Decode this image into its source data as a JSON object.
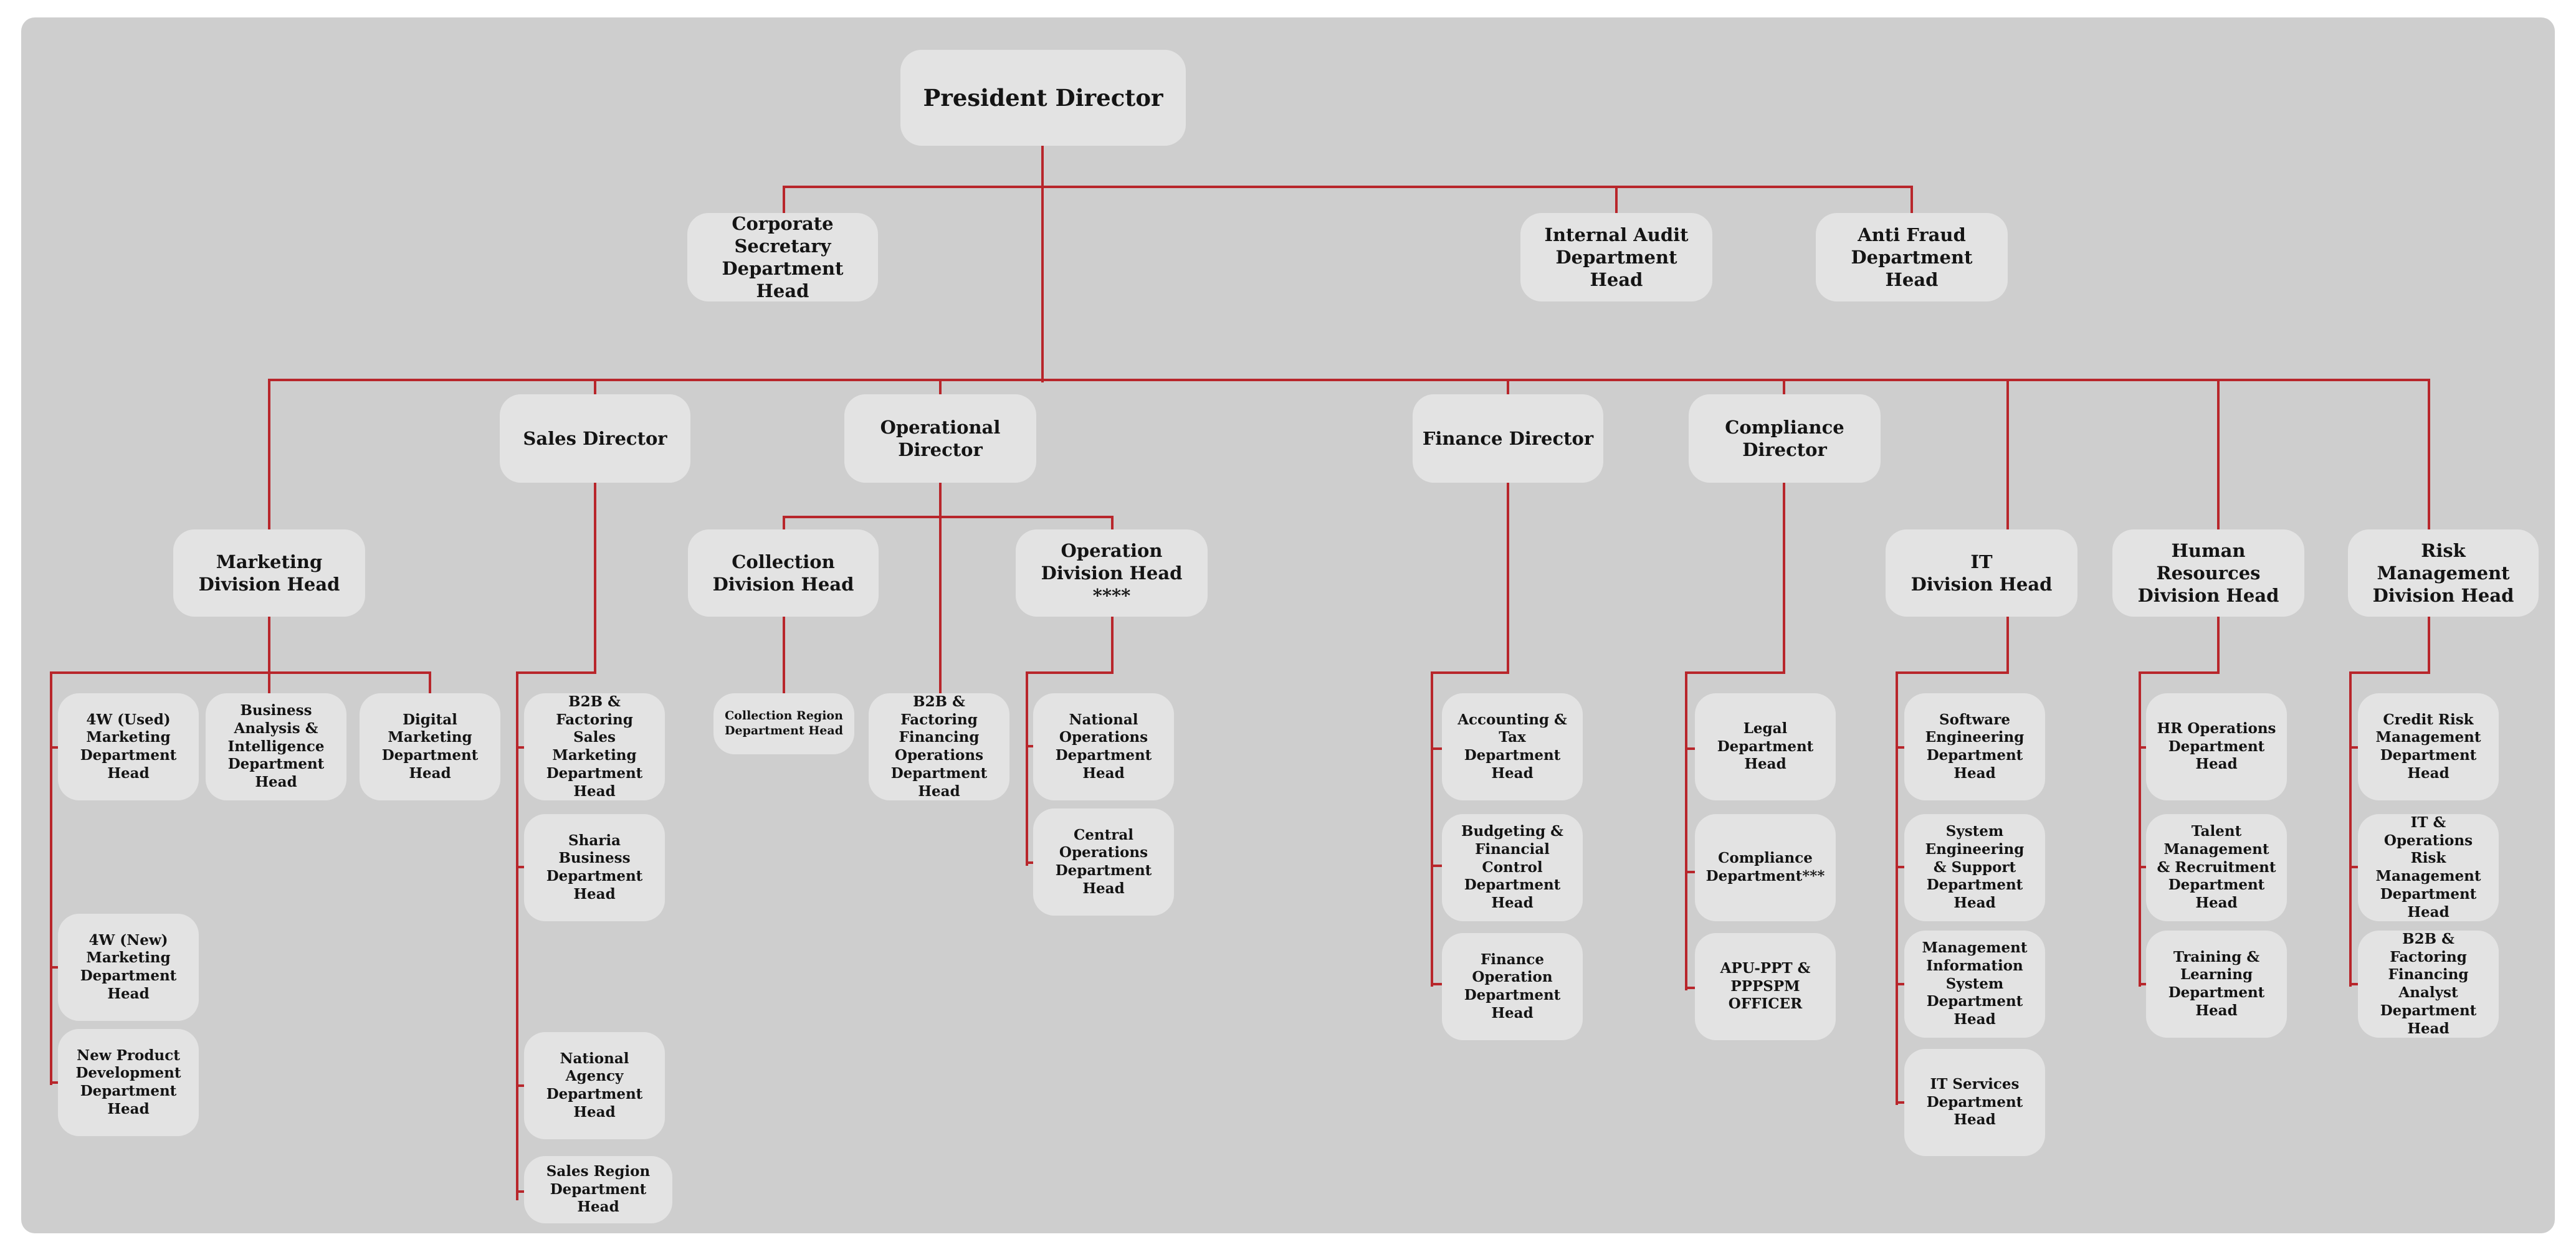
{
  "colors": {
    "background": "#cecece",
    "node_fill": "#e3e3e3",
    "connector": "#b8262b",
    "text": "#141414"
  },
  "nodes": {
    "president": "President Director",
    "corp_sec": "Corporate Secretary\nDepartment Head",
    "internal_audit": "Internal Audit\nDepartment Head",
    "anti_fraud": "Anti Fraud\nDepartment Head",
    "sales_director": "Sales Director",
    "operational_director": "Operational Director",
    "finance_director": "Finance Director",
    "compliance_director": "Compliance Director",
    "marketing_division": "Marketing\nDivision Head",
    "collection_division": "Collection\nDivision Head",
    "operation_division": "Operation\nDivision Head ****",
    "it_division": "IT\nDivision Head",
    "hr_division": "Human Resources\nDivision Head",
    "risk_division": "Risk Management\nDivision Head",
    "w4_used": "4W (Used)\nMarketing\nDepartment Head",
    "business_analysis": "Business\nAnalysis &\nIntelligence\nDepartment Head",
    "digital_marketing": "Digital\nMarketing\nDepartment\nHead",
    "w4_new": "4W (New)\nMarketing\nDepartment Head",
    "new_product": "New Product\nDevelopment\nDepartment Head",
    "b2b_sales_marketing": "B2B & Factoring\nSales Marketing\nDepartment Head",
    "sharia_business": "Sharia Business\nDepartment Head",
    "national_agency": "National Agency\nDepartment Head",
    "sales_region": "Sales Region\nDepartment Head",
    "collection_region": "Collection Region\nDepartment Head",
    "b2b_financing_ops": "B2B & Factoring\nFinancing\nOperations\nDepartment Head",
    "national_operations": "National\nOperations\nDepartment Head",
    "central_operations": "Central Operations\nDepartment Head",
    "accounting_tax": "Accounting & Tax\nDepartment Head",
    "budgeting": "Budgeting &\nFinancial Control\nDepartment Head",
    "finance_operation": "Finance Operation\nDepartment Head",
    "legal": "Legal Department\nHead",
    "compliance_dept": "Compliance\nDepartment***",
    "apu_ppt": "APU-PPT &\nPPPSPM OFFICER",
    "software_eng": "Software\nEngineering\nDepartment Head",
    "system_eng": "System\nEngineering\n& Support\nDepartment Head",
    "mis": "Management\nInformation System\nDepartment Head",
    "it_services": "IT Services\nDepartment Head",
    "hr_operations": "HR Operations\nDepartment Head",
    "talent_mgmt": "Talent Management\n& Recruitment\nDepartment Head",
    "training": "Training &\nLearning\nDepartment Head",
    "credit_risk": "Credit Risk\nManagement\nDepartment Head",
    "it_ops_risk": "IT & Operations\nRisk Management\nDepartment Head",
    "b2b_financing_analyst": "B2B & Factoring\nFinancing Analyst\nDepartment Head"
  }
}
